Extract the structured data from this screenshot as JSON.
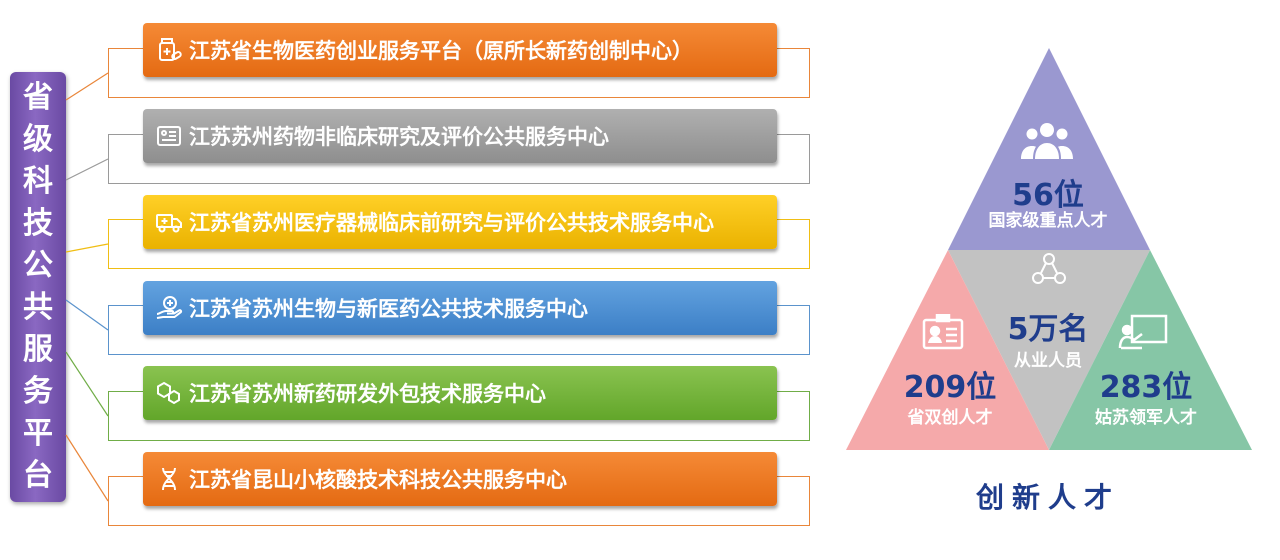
{
  "vertical_title": "省级科技公共服务平台",
  "platforms": [
    {
      "label": "江苏省生物医药创业服务平台（原所长新药创制中心）",
      "color_top": "#f58a36",
      "color_bottom": "#e46a12",
      "border": "#e9863a",
      "icon": "medicine-bottle-icon"
    },
    {
      "label": "江苏苏州药物非临床研究及评价公共服务中心",
      "color_top": "#b0b0b0",
      "color_bottom": "#8e8e8e",
      "border": "#9a9a9a",
      "icon": "id-card-icon"
    },
    {
      "label": "江苏省苏州医疗器械临床前研究与评价公共技术服务中心",
      "color_top": "#ffd027",
      "color_bottom": "#eab200",
      "border": "#f0be14",
      "icon": "ambulance-icon"
    },
    {
      "label": "江苏省苏州生物与新医药公共技术服务中心",
      "color_top": "#63a3e0",
      "color_bottom": "#3c7fc6",
      "border": "#5b93cc",
      "icon": "hand-medical-icon"
    },
    {
      "label": "江苏省苏州新药研发外包技术服务中心",
      "color_top": "#8ac350",
      "color_bottom": "#62a62a",
      "border": "#70ad47",
      "icon": "molecule-icon"
    },
    {
      "label": "江苏省昆山小核酸技术科技公共服务中心",
      "color_top": "#f58a36",
      "color_bottom": "#e46a12",
      "border": "#e9863a",
      "icon": "dna-icon"
    }
  ],
  "talents": {
    "top": {
      "value": "56位",
      "label": "国家级重点人才",
      "color": "#9a98d0",
      "icon": "group-icon"
    },
    "center": {
      "value": "5万名",
      "label": "从业人员",
      "color": "#c2c2c2",
      "icon": "network-icon"
    },
    "left": {
      "value": "209位",
      "label": "省双创人才",
      "color": "#f5a9aa",
      "icon": "badge-icon"
    },
    "right": {
      "value": "283位",
      "label": "姑苏领军人才",
      "color": "#86c6a6",
      "icon": "presentation-icon"
    }
  },
  "footer_title": "创新人才",
  "colors": {
    "accent_purple": "#7457b0",
    "number_blue": "#1f3d8c"
  }
}
